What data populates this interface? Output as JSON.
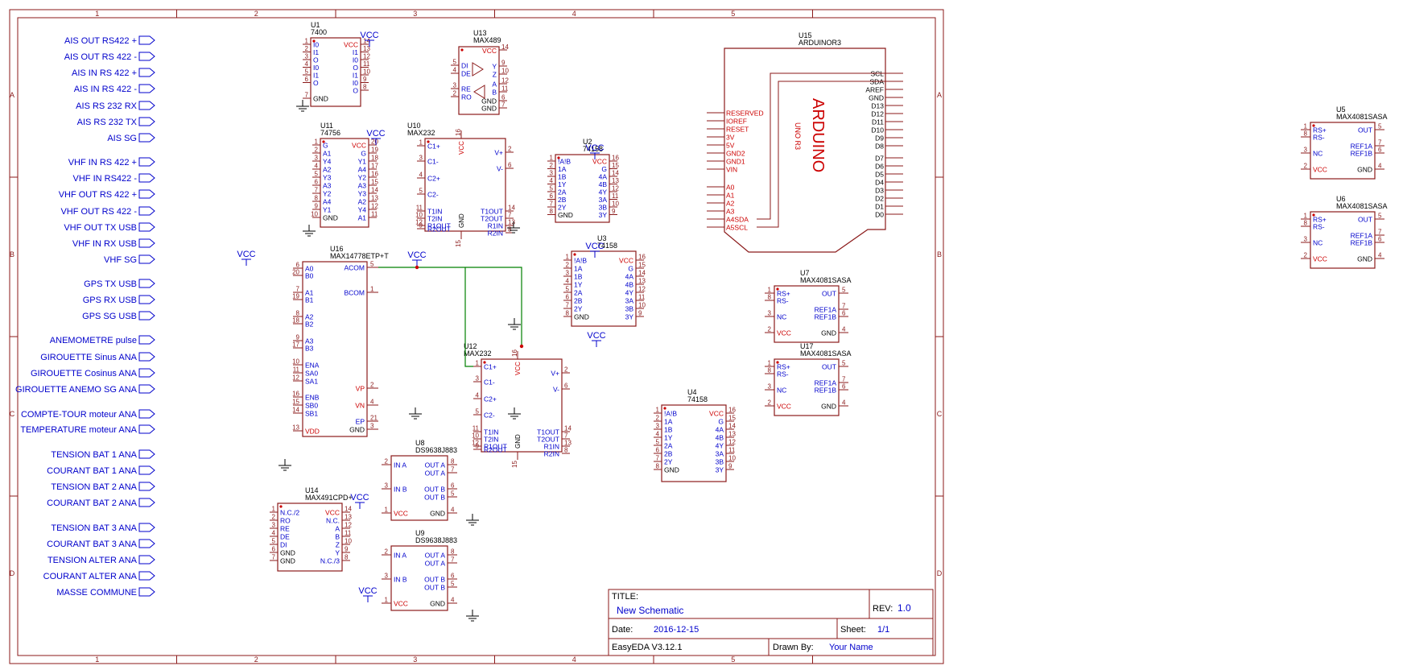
{
  "frame": {
    "col_labels": [
      "1",
      "2",
      "3",
      "4",
      "5"
    ],
    "row_labels": [
      "A",
      "B",
      "C",
      "D"
    ]
  },
  "colors": {
    "border": "#8b1a1a",
    "pin_text": "#0000cc",
    "power_text": "#cc0000",
    "wire": "#008000",
    "label_black": "#000000"
  },
  "ports": [
    "AIS OUT RS422 +",
    "AIS OUT RS 422 -",
    "AIS IN RS 422 +",
    "AIS IN RS 422 -",
    "AIS RS 232 RX",
    "AIS RS 232 TX",
    "AIS SG",
    "VHF IN RS 422 +",
    "VHF IN RS422 -",
    "VHF OUT RS 422 +",
    "VHF OUT RS 422 -",
    "VHF OUT TX USB",
    "VHF IN RX USB",
    "VHF SG",
    "GPS TX USB",
    "GPS RX USB",
    "GPS SG USB",
    "ANEMOMETRE pulse",
    "GIROUETTE Sinus ANA",
    "GIROUETTE Cosinus ANA",
    "GIROUETTE ANEMO SG ANA",
    "COMPTE-TOUR moteur ANA",
    "TEMPERATURE moteur ANA",
    "TENSION BAT 1 ANA",
    "COURANT BAT 1 ANA",
    "TENSION BAT 2 ANA",
    "COURANT BAT 2 ANA",
    "TENSION BAT 3 ANA",
    "COURANT BAT 3 ANA",
    "TENSION ALTER ANA",
    "COURANT ALTER ANA",
    "MASSE COMMUNE"
  ],
  "vcc_label": "VCC",
  "components": {
    "u1": {
      "ref": "U1",
      "part": "7400",
      "left": [
        "I0",
        "I1",
        "O",
        "I0",
        "I1",
        "O"
      ],
      "lnum": [
        "1",
        "2",
        "3",
        "4",
        "5",
        "6",
        "7"
      ],
      "right": [
        "VCC",
        "I1",
        "I0",
        "O",
        "I1",
        "I0",
        "O"
      ],
      "rnum": [
        "14",
        "13",
        "12",
        "11",
        "10",
        "9",
        "8"
      ],
      "gnd": "GND"
    },
    "u11": {
      "ref": "U11",
      "part": "74756",
      "left": [
        "G",
        "A1",
        "Y4",
        "A2",
        "Y3",
        "A3",
        "Y2",
        "A4",
        "Y1",
        "GND"
      ],
      "lnum": [
        "1",
        "2",
        "3",
        "4",
        "5",
        "6",
        "7",
        "8",
        "9",
        "10"
      ],
      "right": [
        "VCC",
        "G",
        "Y1",
        "A4",
        "Y2",
        "A3",
        "Y3",
        "A2",
        "Y4",
        "A1"
      ],
      "rnum": [
        "20",
        "19",
        "18",
        "17",
        "16",
        "15",
        "14",
        "13",
        "12",
        "11"
      ]
    },
    "u13": {
      "ref": "U13",
      "part": "MAX489",
      "top": "VCC",
      "tnum": "14",
      "left": [
        "DI",
        "DE",
        "RE",
        "RO"
      ],
      "lnum": [
        "5",
        "4",
        "3",
        "2"
      ],
      "right": [
        "Y",
        "Z",
        "A",
        "B",
        "GND",
        "GND"
      ],
      "rnum": [
        "9",
        "10",
        "12",
        "11",
        "6",
        "7"
      ]
    },
    "u10": {
      "ref": "U10",
      "part": "MAX232",
      "left": [
        "C1+",
        "C1-",
        "C2+",
        "C2-",
        "T1IN",
        "T2IN",
        "R1OUT",
        "R2OUT"
      ],
      "lnum": [
        "1",
        "3",
        "4",
        "5",
        "11",
        "10",
        "12",
        "9"
      ],
      "right": [
        "V+",
        "V-",
        "T1OUT",
        "T2OUT",
        "R1IN",
        "R2IN"
      ],
      "rnum": [
        "2",
        "6",
        "14",
        "7",
        "13",
        "8"
      ],
      "vcc": "VCC",
      "vnum": "16",
      "gnd": "GND",
      "gnum": "15"
    },
    "u12": {
      "ref": "U12",
      "part": "MAX232",
      "left": [
        "C1+",
        "C1-",
        "C2+",
        "C2-",
        "T1IN",
        "T2IN",
        "R1OUT",
        "R2OUT"
      ],
      "lnum": [
        "1",
        "3",
        "4",
        "5",
        "11",
        "10",
        "12",
        "9"
      ],
      "right": [
        "V+",
        "V-",
        "T1OUT",
        "T2OUT",
        "R1IN",
        "R2IN"
      ],
      "rnum": [
        "2",
        "6",
        "14",
        "7",
        "13",
        "8"
      ],
      "vcc": "VCC",
      "vnum": "16",
      "gnd": "GND",
      "gnum": "15"
    },
    "u2": {
      "ref": "U2",
      "part": "74158",
      "left": [
        "!A!B",
        "1A",
        "1B",
        "1Y",
        "2A",
        "2B",
        "2Y",
        "GND"
      ],
      "lnum": [
        "1",
        "2",
        "3",
        "4",
        "5",
        "6",
        "7",
        "8"
      ],
      "right": [
        "VCC",
        "G",
        "4A",
        "4B",
        "4Y",
        "3A",
        "3B",
        "3Y"
      ],
      "rnum": [
        "16",
        "15",
        "14",
        "13",
        "12",
        "11",
        "10",
        "9"
      ]
    },
    "u3": {
      "ref": "U3",
      "part": "74158",
      "left": [
        "!A!B",
        "1A",
        "1B",
        "1Y",
        "2A",
        "2B",
        "2Y",
        "GND"
      ],
      "lnum": [
        "1",
        "2",
        "3",
        "4",
        "5",
        "6",
        "7",
        "8"
      ],
      "right": [
        "VCC",
        "G",
        "4A",
        "4B",
        "4Y",
        "3A",
        "3B",
        "3Y"
      ],
      "rnum": [
        "16",
        "15",
        "14",
        "13",
        "12",
        "11",
        "10",
        "9"
      ]
    },
    "u4": {
      "ref": "U4",
      "part": "74158",
      "left": [
        "!A!B",
        "1A",
        "1B",
        "1Y",
        "2A",
        "2B",
        "2Y",
        "GND"
      ],
      "lnum": [
        "1",
        "2",
        "3",
        "4",
        "5",
        "6",
        "7",
        "8"
      ],
      "right": [
        "VCC",
        "G",
        "4A",
        "4B",
        "4Y",
        "3A",
        "3B",
        "3Y"
      ],
      "rnum": [
        "16",
        "15",
        "14",
        "13",
        "12",
        "11",
        "10",
        "9"
      ]
    },
    "u16": {
      "ref": "U16",
      "part": "MAX14778ETP+T",
      "left": [
        "A0",
        "B0",
        "A1",
        "B1",
        "A2",
        "B2",
        "A3",
        "B3",
        "ENA",
        "SA0",
        "SA1",
        "ENB",
        "SB0",
        "SB1",
        "VDD"
      ],
      "lnum": [
        "6",
        "20",
        "7",
        "19",
        "8",
        "18",
        "9",
        "17",
        "10",
        "11",
        "12",
        "16",
        "15",
        "14",
        "13"
      ],
      "right": [
        "ACOM",
        "BCOM",
        "VP",
        "VN",
        "EP",
        "GND"
      ],
      "rnum": [
        "5",
        "1",
        "2",
        "4",
        "21",
        "3"
      ]
    },
    "u8": {
      "ref": "U8",
      "part": "DS9638J883",
      "left": [
        "IN A",
        "IN B",
        "VCC"
      ],
      "lnum": [
        "2",
        "3",
        "1"
      ],
      "right": [
        "OUT A",
        "OUT A",
        "OUT B",
        "OUT B",
        "GND"
      ],
      "rnum": [
        "8",
        "7",
        "6",
        "5",
        "4"
      ]
    },
    "u9": {
      "ref": "U9",
      "part": "DS9638J883",
      "left": [
        "IN A",
        "IN B",
        "VCC"
      ],
      "lnum": [
        "2",
        "3",
        "1"
      ],
      "right": [
        "OUT A",
        "OUT A",
        "OUT B",
        "OUT B",
        "GND"
      ],
      "rnum": [
        "8",
        "7",
        "6",
        "5",
        "4"
      ]
    },
    "u14": {
      "ref": "U14",
      "part": "MAX491CPD+",
      "left": [
        "N.C./2",
        "RO",
        "RE",
        "DE",
        "DI",
        "GND",
        "GND"
      ],
      "lnum": [
        "1",
        "2",
        "3",
        "4",
        "5",
        "6",
        "7"
      ],
      "right": [
        "VCC",
        "N.C.",
        "A",
        "B",
        "Z",
        "Y",
        "N.C./3"
      ],
      "rnum": [
        "14",
        "13",
        "12",
        "11",
        "10",
        "9",
        "8"
      ]
    },
    "u15": {
      "ref": "U15",
      "part": "ARDUINOR3",
      "brand": "ARDUINO",
      "sub": "UNO R3",
      "left": [
        "RESERVED",
        "IOREF",
        "RESET",
        "3V",
        "5V",
        "GND2",
        "GND1",
        "VIN",
        "A0",
        "A1",
        "A2",
        "A3",
        "A4SDA",
        "A5SCL"
      ],
      "right": [
        "SCL",
        "SDA",
        "AREF",
        "GND",
        "D13",
        "D12",
        "D11",
        "D10",
        "D9",
        "D8",
        "D7",
        "D6",
        "D5",
        "D4",
        "D3",
        "D2",
        "D1",
        "D0"
      ]
    },
    "u7": {
      "ref": "U7",
      "part": "MAX4081SASA",
      "left": [
        "RS+",
        "RS-",
        "NC",
        "VCC"
      ],
      "lnum": [
        "1",
        "8",
        "3",
        "2"
      ],
      "right": [
        "OUT",
        "REF1A",
        "REF1B",
        "GND"
      ],
      "rnum": [
        "5",
        "7",
        "6",
        "4"
      ]
    },
    "u17": {
      "ref": "U17",
      "part": "MAX4081SASA",
      "left": [
        "RS+",
        "RS-",
        "NC",
        "VCC"
      ],
      "lnum": [
        "1",
        "8",
        "3",
        "2"
      ],
      "right": [
        "OUT",
        "REF1A",
        "REF1B",
        "GND"
      ],
      "rnum": [
        "5",
        "7",
        "6",
        "4"
      ]
    },
    "u5": {
      "ref": "U5",
      "part": "MAX4081SASA",
      "left": [
        "RS+",
        "RS-",
        "NC",
        "VCC"
      ],
      "lnum": [
        "1",
        "8",
        "3",
        "2"
      ],
      "right": [
        "OUT",
        "REF1A",
        "REF1B",
        "GND"
      ],
      "rnum": [
        "5",
        "7",
        "6",
        "4"
      ]
    },
    "u6": {
      "ref": "U6",
      "part": "MAX4081SASA",
      "left": [
        "RS+",
        "RS-",
        "NC",
        "VCC"
      ],
      "lnum": [
        "1",
        "8",
        "3",
        "2"
      ],
      "right": [
        "OUT",
        "REF1A",
        "REF1B",
        "GND"
      ],
      "rnum": [
        "5",
        "7",
        "6",
        "4"
      ]
    }
  },
  "title_block": {
    "title_label": "TITLE:",
    "title": "New Schematic",
    "rev_label": "REV:",
    "rev": "1.0",
    "date_label": "Date:",
    "date": "2016-12-15",
    "sheet_label": "Sheet:",
    "sheet": "1/1",
    "app": "EasyEDA V3.12.1",
    "drawn_label": "Drawn By:",
    "drawn_by": "Your Name"
  }
}
